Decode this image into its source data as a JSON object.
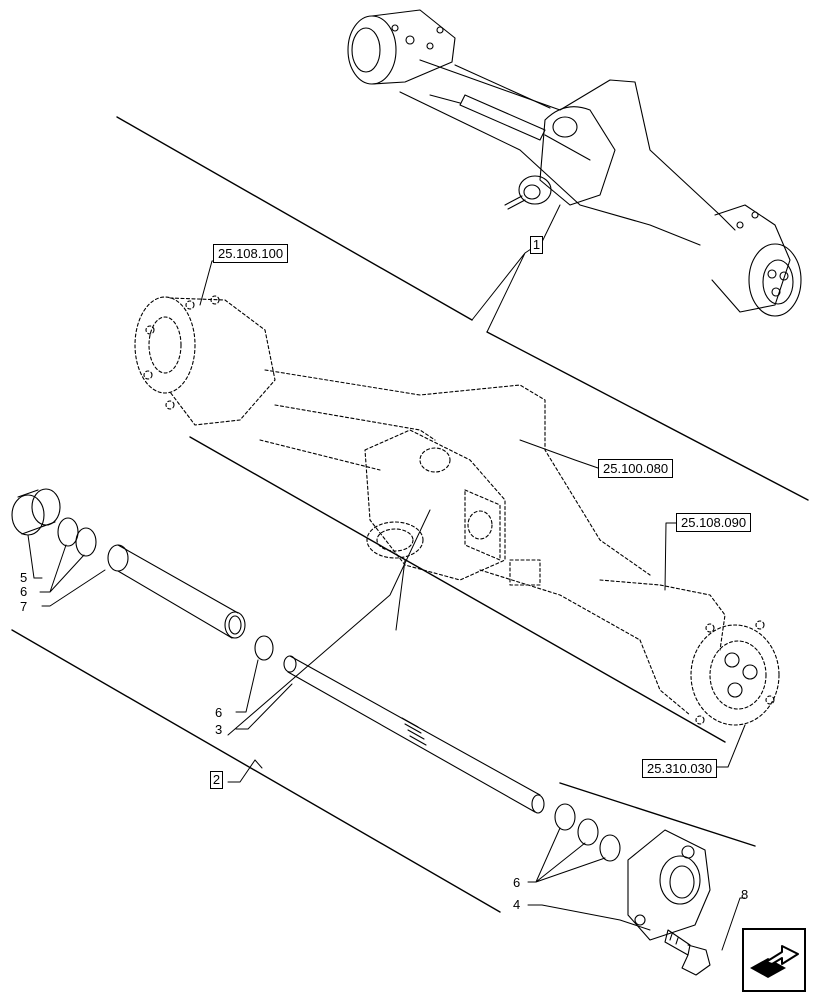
{
  "references": {
    "ref_top_left": "25.108.100",
    "ref_middle": "25.100.080",
    "ref_right": "25.108.090",
    "ref_bottom": "25.310.030"
  },
  "item_boxes": {
    "item_1": "1",
    "item_2": "2"
  },
  "callouts": {
    "c5": "5",
    "c6a": "6",
    "c7": "7",
    "c6b": "6",
    "c3": "3",
    "c6c": "6",
    "c4": "4",
    "c8": "8"
  },
  "icons": {
    "nav": "next-page-arrow-icon"
  }
}
